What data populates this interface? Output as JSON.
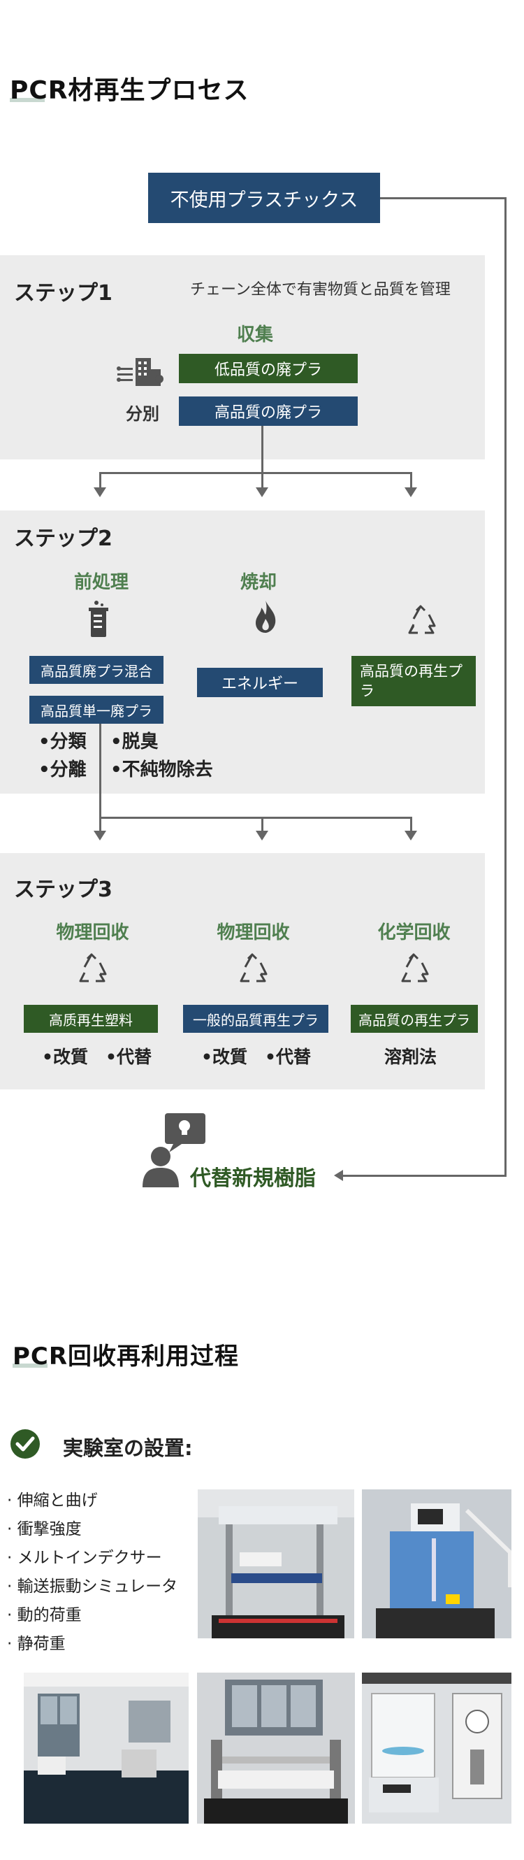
{
  "section1": {
    "title": "PCR材再生プロセス",
    "top_box": "不使用プラスチックス",
    "step1": {
      "title": "ステップ1",
      "note": "チェーン全体で有害物質と品質を管理",
      "collect": "収集",
      "low_quality": "低品質の廃プラ",
      "high_quality": "高品質の廃プラ",
      "sort": "分別"
    },
    "step2": {
      "title": "ステップ2",
      "pretreat": "前処理",
      "burn": "焼却",
      "box_mix": "高品質廃プラ混合",
      "box_single": "高品質単一廃プラ",
      "energy": "エネルギー",
      "recycled": "高品質の再生プラ",
      "bullets": [
        "•分類",
        "•脱臭",
        "•分離",
        "•不純物除去"
      ]
    },
    "step3": {
      "title": "ステップ3",
      "col1_head": "物理回收",
      "col2_head": "物理回收",
      "col3_head": "化学回收",
      "col1_box": "高质再生塑料",
      "col2_box": "一般的品質再生プラ",
      "col3_box": "高品質の再生プラ",
      "col1_text": "•改質　•代替",
      "col2_text": "•改質　•代替",
      "col3_text": "溶剤法"
    },
    "result": "代替新規樹脂"
  },
  "section2": {
    "title": "PCR回收再利用过程",
    "lab_heading": "実験室の設置:",
    "lab_items": [
      "· 伸縮と曲げ",
      "· 衝撃強度",
      "· メルトインデクサー",
      "· 輸送振動シミュレータ",
      "· 動的荷重",
      "· 静荷重"
    ]
  },
  "colors": {
    "blue": "#244a72",
    "green": "#2f5a25",
    "accent_green": "#4f7f4f",
    "panel": "#ececec"
  }
}
